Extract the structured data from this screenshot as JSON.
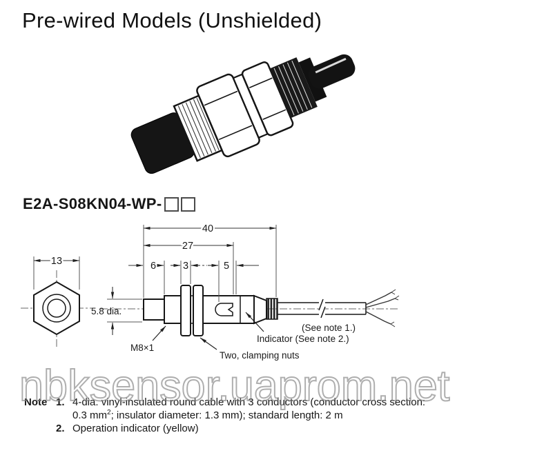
{
  "page": {
    "title": "Pre-wired Models (Unshielded)"
  },
  "model": {
    "prefix": "E2A-S08KN04-WP-"
  },
  "drawing": {
    "front_view": {
      "width_dim": "13"
    },
    "side_view": {
      "overall_length_dim": "40",
      "body_length_dim": "27",
      "head_length_dim": "6",
      "nut_thickness_dim": "3",
      "indicator_dim": "5",
      "diameter_label": "5.8 dia.",
      "thread_label": "M8×1",
      "clamping_nuts_label": "Two, clamping nuts",
      "cable_note_label": "(See note 1.)",
      "indicator_label": "Indicator (See note 2.)"
    }
  },
  "watermark": {
    "text": "nbksensor.uaprom.net"
  },
  "notes": {
    "label": "Note",
    "note1_num": "1.",
    "note1_line1": "4-dia. vinyl-insulated round cable with 3 conductors (conductor cross section:",
    "note1_line2_pre": "0.3 mm",
    "note1_sup": "2",
    "note1_line2_post": "; insulator diameter: 1.3 mm); standard length: 2 m",
    "note2_num": "2.",
    "note2_text": "Operation indicator (yellow)"
  }
}
